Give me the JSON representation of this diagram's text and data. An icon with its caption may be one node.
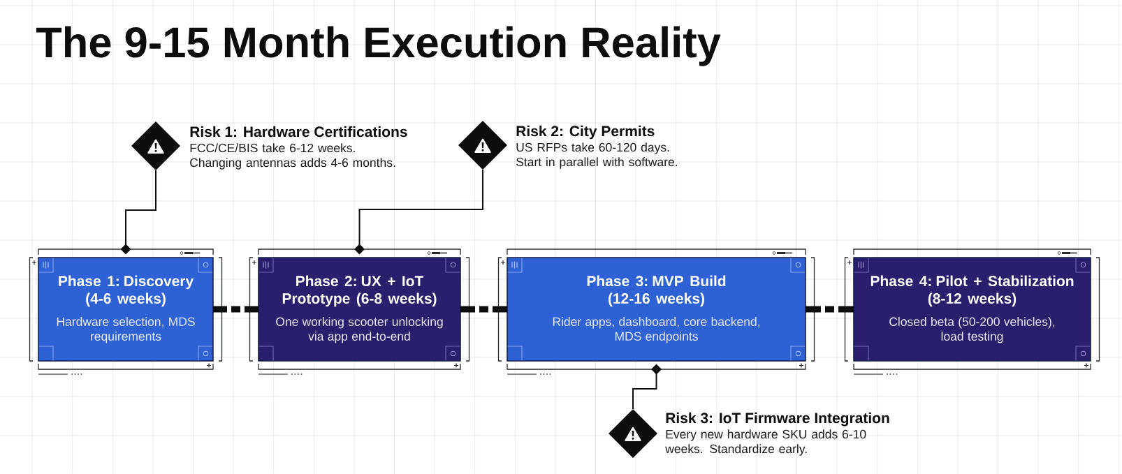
{
  "diagram": {
    "title": "The 9-15 Month Execution Reality",
    "nodes": [
      {
        "text": [],
        "shape": "diamond",
        "beside": [
          "Risk 1: Hardware Certifications",
          "FCC/CE/BIS take 6-12 weeks. Changing antennas adds 4-6 months."
        ]
      },
      {
        "text": [],
        "shape": "diamond",
        "beside": [
          "Risk 2: City Permits",
          "US RFPs take 60-120 days. Start in parallel with software."
        ]
      },
      {
        "text": [
          "Phase 1: Discovery (4-6 weeks)",
          "Hardware selection, MDS requirements"
        ]
      },
      {
        "text": [
          "Phase 2: UX + IoT Prototype (6-8 weeks)",
          "One working scooter unlocking via app end-to-end"
        ]
      },
      {
        "text": [
          "Phase 3: MVP Build (12-16 weeks)",
          "Rider apps, dashboard, core backend, MDS endpoints"
        ]
      },
      {
        "text": [
          "Phase 4: Pilot + Stabilization (8-12 weeks)",
          "Closed beta (50-200 vehicles), load testing"
        ]
      },
      {
        "text": [],
        "shape": "diamond",
        "beside": [
          "Risk 3: IoT Firmware Integration",
          "Every new hardware SKU adds 6-10 weeks. Standardize early."
        ]
      }
    ],
    "edges": [
      {
        "from": 2,
        "to": 3,
        "arrow": "none",
        "style": "dashed"
      },
      {
        "from": 3,
        "to": 4,
        "arrow": "none",
        "style": "dashed"
      },
      {
        "from": 4,
        "to": 5,
        "arrow": "none",
        "style": "dashed"
      },
      {
        "from": 0,
        "to": 2,
        "arrow": "other"
      },
      {
        "from": 1,
        "to": 3,
        "arrow": "other"
      },
      {
        "from": 6,
        "to": 4,
        "arrow": "other"
      }
    ]
  }
}
